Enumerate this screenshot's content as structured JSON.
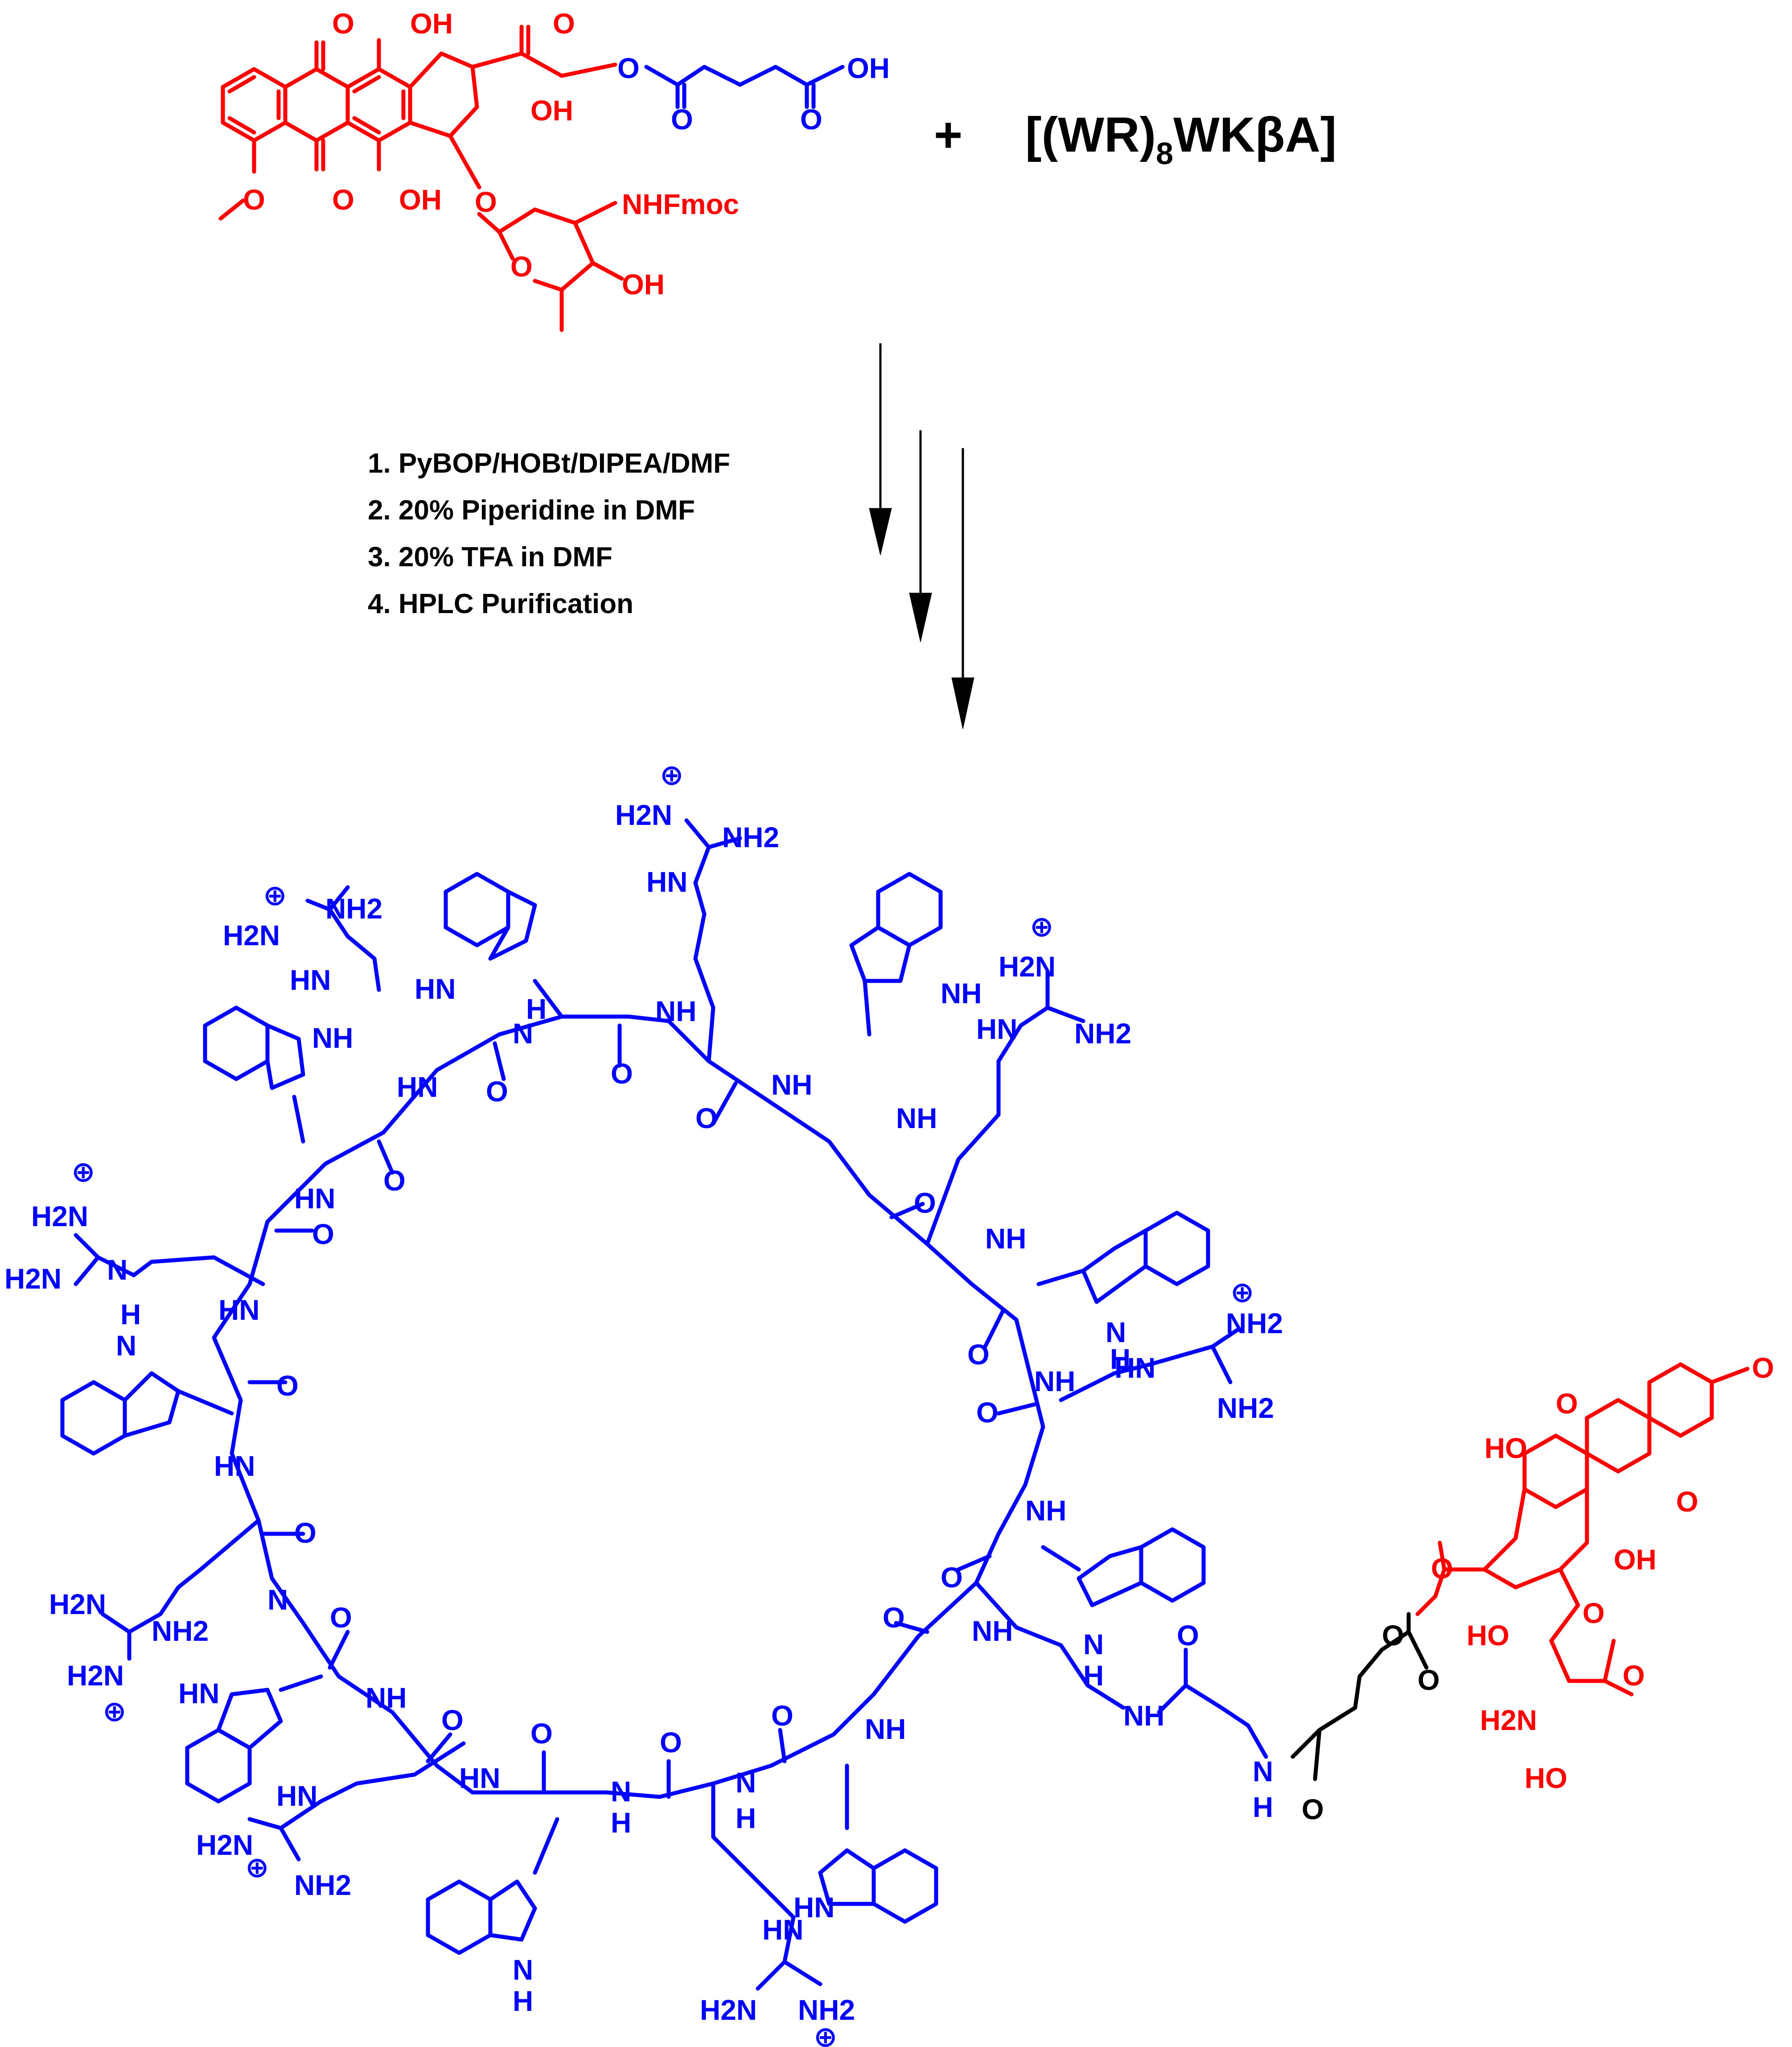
{
  "colors": {
    "drug": "#ff0000",
    "peptide": "#0000ff",
    "linker": "#000000",
    "conditions_text": "#000000"
  },
  "reactants": {
    "plus_sign": "+",
    "peptide_name_prefix": "[(WR)",
    "peptide_name_subscript": "8",
    "peptide_name_suffix": "WKβA]",
    "drug_labels": {
      "ketone_o_top": "O",
      "oh_top": "OH",
      "ester_o": "O",
      "acid_oh": "OH",
      "oh_tertiary": "OH",
      "ester_carbonyl_o": "O",
      "acid_carbonyl_o": "O",
      "quinone_o_bottom": "O",
      "oh_bottom": "OH",
      "glycosidic_o": "O",
      "nhfmoc": "NHFmoc",
      "ring_o": "O",
      "sugar_oh": "OH",
      "methoxy_o": "O"
    }
  },
  "conditions": [
    "1. PyBOP/HOBt/DIPEA/DMF",
    "2. 20% Piperidine in DMF",
    "3. 20% TFA in DMF",
    "4. HPLC Purification"
  ],
  "product": {
    "backbone_labels": {
      "nh": "NH",
      "hn": "HN",
      "n": "N",
      "h": "H",
      "o": "O"
    },
    "guanidine_labels": {
      "nh2": "NH2",
      "h2n": "H2N",
      "hn": "HN",
      "plus": "⊕"
    },
    "indole_labels": {
      "nh": "NH",
      "hn": "HN",
      "n": "N",
      "h": "H"
    },
    "drug_labels": {
      "quinone_o": "O",
      "ho": "HO",
      "oh": "OH",
      "methoxy_o": "O",
      "ester_o": "O",
      "glycosidic_o": "O",
      "ring_o": "O",
      "amine": "H2N",
      "sugar_ho": "HO"
    },
    "linker_labels": {
      "amide_nh": "NH",
      "amide_o": "O",
      "n": "N",
      "h": "H",
      "ester_o": "O",
      "carbonyl_o": "O"
    }
  }
}
